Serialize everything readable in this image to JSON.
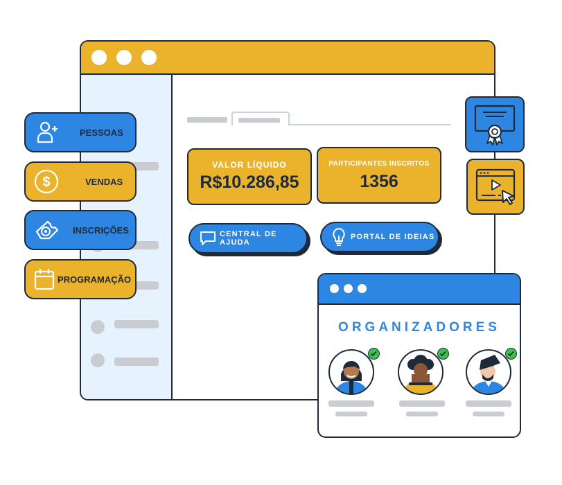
{
  "menu": {
    "items": [
      {
        "label": "PESSOAS",
        "icon": "add-person-icon"
      },
      {
        "label": "VENDAS",
        "icon": "dollar-coin-icon"
      },
      {
        "label": "INSCRIÇÕES",
        "icon": "ticket-icon"
      },
      {
        "label": "PROGRAMAÇÃO",
        "icon": "calendar-icon"
      }
    ]
  },
  "stats": {
    "net_value": {
      "label": "VALOR LÍQUIDO",
      "value": "R$10.286,85"
    },
    "participants": {
      "label": "PARTICIPANTES INSCRITOS",
      "value": "1356"
    }
  },
  "actions": {
    "help_center": {
      "label": "CENTRAL DE AJUDA",
      "icon": "chat-bubble-icon"
    },
    "ideas_portal": {
      "label": "PORTAL DE IDEIAS",
      "icon": "lightbulb-icon"
    }
  },
  "organizers": {
    "title": "ORGANIZADORES"
  },
  "right_icons": [
    "certificate-icon",
    "video-player-icon"
  ],
  "colors": {
    "yellow": "#ebb32c",
    "blue": "#2d87e2",
    "dark": "#1e2a3a",
    "sidebar_bg": "#e6f2fd",
    "placeholder": "#c9cdd2",
    "check_green": "#3cc24a"
  }
}
